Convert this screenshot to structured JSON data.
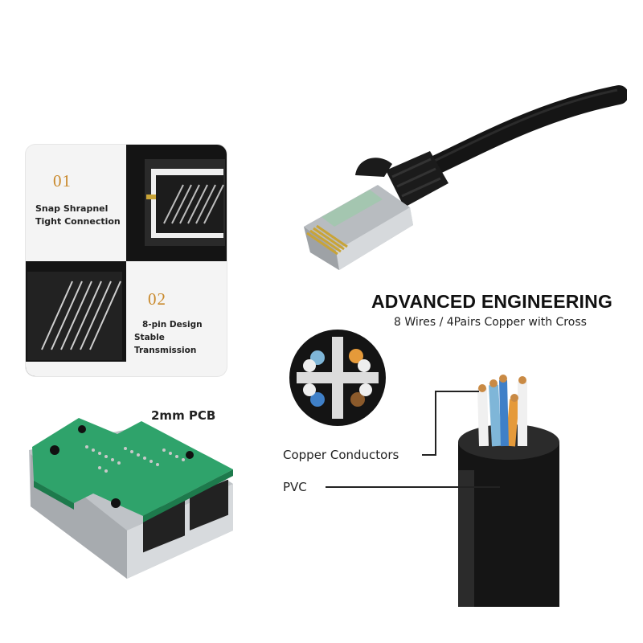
{
  "features": [
    {
      "number": "01",
      "text_line1": "Snap Shrapnel",
      "text_line2": "Tight Connection"
    },
    {
      "number": "02",
      "text_line1": "8-pin Design",
      "text_line2": "Stable  Transmission"
    }
  ],
  "pcb_label": "2mm PCB",
  "heading": "ADVANCED ENGINEERING",
  "subheading": "8 Wires / 4Pairs Copper with Cross",
  "callouts": {
    "conductors": "Copper Conductors",
    "pvc": "PVC"
  },
  "colors": {
    "accent_number": "#c9892b",
    "pcb_green": "#2fa36b",
    "cable_black": "#151515",
    "metal": "#b8bcc0"
  }
}
